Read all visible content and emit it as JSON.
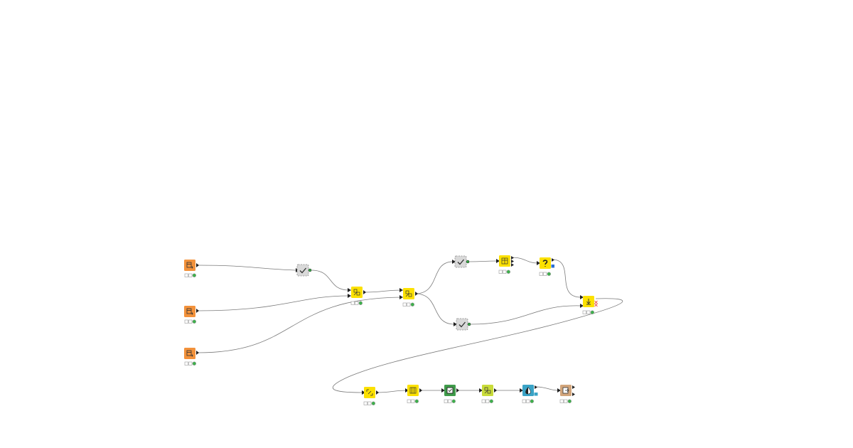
{
  "workflow": {
    "colors": {
      "source": "#f3923b",
      "manipulator": "#fce100",
      "flow_control": "#d9d9d9",
      "learner": "#c9dc3a",
      "predictor": "#3f9b4a",
      "visualizer": "#3aa3c6",
      "other": "#d2a57b",
      "connection": "#7a7a7a",
      "status_green": "#3bb14a",
      "status_empty": "#ffffff"
    },
    "nodes": [
      {
        "id": "reader-1",
        "kind": "source",
        "icon": "table-reader-icon",
        "status": "executed"
      },
      {
        "id": "reader-2",
        "kind": "source",
        "icon": "table-reader-icon",
        "status": "executed"
      },
      {
        "id": "reader-3",
        "kind": "source",
        "icon": "table-reader-icon",
        "status": "executed"
      },
      {
        "id": "variable-check-1",
        "kind": "flow_control",
        "icon": "checkmark-icon",
        "status": "none"
      },
      {
        "id": "joiner-1",
        "kind": "manipulator",
        "icon": "joiner-icon",
        "status": "executed"
      },
      {
        "id": "joiner-2",
        "kind": "manipulator",
        "icon": "joiner-icon",
        "status": "executed"
      },
      {
        "id": "variable-check-2",
        "kind": "flow_control",
        "icon": "checkmark-icon",
        "status": "none"
      },
      {
        "id": "variable-check-3",
        "kind": "flow_control",
        "icon": "checkmark-icon",
        "status": "none"
      },
      {
        "id": "splitter",
        "kind": "manipulator",
        "icon": "splitter-icon",
        "status": "executed"
      },
      {
        "id": "if-switch",
        "kind": "manipulator",
        "icon": "question-mark-icon",
        "status": "executed"
      },
      {
        "id": "end-if",
        "kind": "manipulator",
        "icon": "end-if-icon",
        "status": "executed"
      },
      {
        "id": "pivot",
        "kind": "manipulator",
        "icon": "pivot-icon",
        "status": "executed"
      },
      {
        "id": "column-filter",
        "kind": "manipulator",
        "icon": "column-filter-icon",
        "status": "executed"
      },
      {
        "id": "predictor",
        "kind": "predictor",
        "icon": "predictor-icon",
        "status": "executed"
      },
      {
        "id": "learner",
        "kind": "learner",
        "icon": "learner-icon",
        "status": "executed"
      },
      {
        "id": "visualizer",
        "kind": "visualizer",
        "icon": "color-drop-icon",
        "status": "executed"
      },
      {
        "id": "writer",
        "kind": "other",
        "icon": "export-icon",
        "status": "executed"
      }
    ],
    "connections": [
      {
        "from": "reader-1",
        "to": "variable-check-1"
      },
      {
        "from": "variable-check-1",
        "to": "joiner-1"
      },
      {
        "from": "reader-2",
        "to": "joiner-1"
      },
      {
        "from": "reader-3",
        "to": "joiner-2"
      },
      {
        "from": "joiner-1",
        "to": "joiner-2"
      },
      {
        "from": "joiner-2",
        "to": "variable-check-2"
      },
      {
        "from": "joiner-2",
        "to": "variable-check-3"
      },
      {
        "from": "variable-check-2",
        "to": "splitter"
      },
      {
        "from": "splitter",
        "to": "if-switch"
      },
      {
        "from": "if-switch",
        "to": "end-if"
      },
      {
        "from": "variable-check-3",
        "to": "end-if"
      },
      {
        "from": "end-if",
        "to": "pivot"
      },
      {
        "from": "pivot",
        "to": "column-filter"
      },
      {
        "from": "column-filter",
        "to": "predictor"
      },
      {
        "from": "predictor",
        "to": "learner"
      },
      {
        "from": "learner",
        "to": "visualizer"
      },
      {
        "from": "visualizer",
        "to": "writer"
      }
    ]
  }
}
